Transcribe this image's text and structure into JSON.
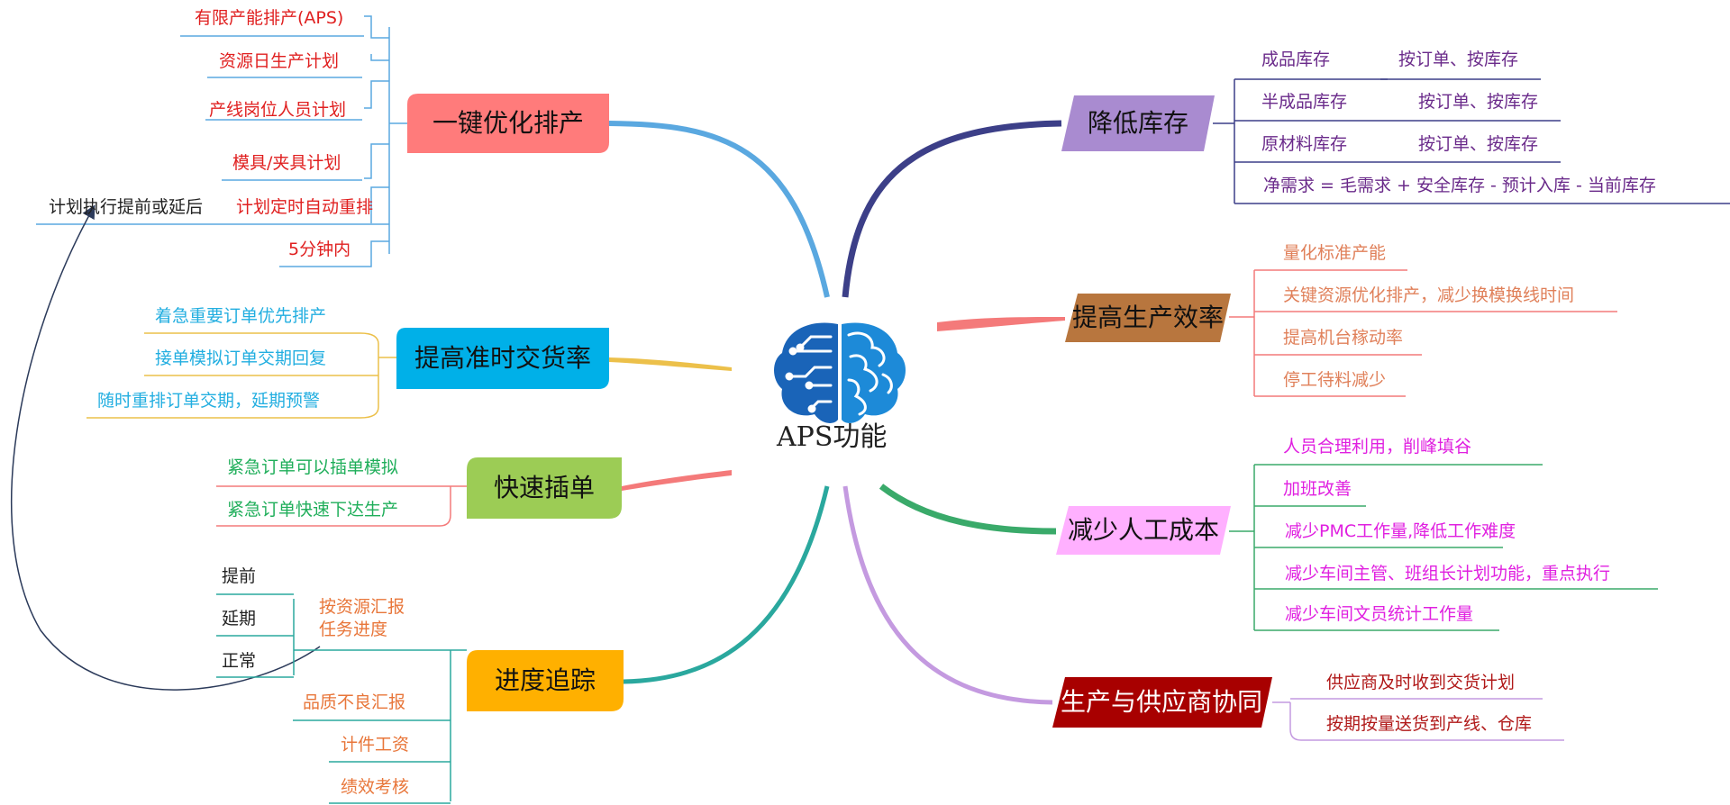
{
  "center": {
    "label": "APS功能",
    "icon": "brain-circuit-icon"
  },
  "colors": {
    "optimize": "#ff7b7b",
    "ontime": "#00b0e8",
    "insert": "#9ccc55",
    "progress": "#ffb000",
    "inventory": "#a98bd0",
    "efficiency": "#b8763e",
    "labor": "#ffb0ff",
    "supplier": "#a80000"
  },
  "branches": {
    "optimize": {
      "label": "一键优化排产",
      "items": [
        "有限产能排产(APS)",
        "资源日生产计划",
        "产线岗位人员计划",
        "模具/夹具计划",
        "计划定时自动重排",
        "5分钟内"
      ],
      "note": "计划执行提前或延后"
    },
    "ontime": {
      "label": "提高准时交货率",
      "items": [
        "着急重要订单优先排产",
        "接单模拟订单交期回复",
        "随时重排订单交期，延期预警"
      ]
    },
    "insert": {
      "label": "快速插单",
      "items": [
        "紧急订单可以插单模拟",
        "紧急订单快速下达生产"
      ]
    },
    "progress": {
      "label": "进度追踪",
      "report_line1": "按资源汇报",
      "report_line2": "任务进度",
      "report_states": [
        "提前",
        "延期",
        "正常"
      ],
      "items": [
        "品质不良汇报",
        "计件工资",
        "绩效考核"
      ]
    },
    "inventory": {
      "label": "降低库存",
      "items": [
        "成品库存",
        "半成品库存",
        "原材料库存"
      ],
      "sub": [
        "按订单、按库存",
        "按订单、按库存",
        "按订单、按库存"
      ],
      "formula": "净需求 = 毛需求 + 安全库存 - 预计入库 - 当前库存"
    },
    "efficiency": {
      "label": "提高生产效率",
      "items": [
        "量化标准产能",
        "关键资源优化排产，减少换模换线时间",
        "提高机台稼动率",
        "停工待料减少"
      ]
    },
    "labor": {
      "label": "减少人工成本",
      "items": [
        "人员合理利用，削峰填谷",
        "加班改善",
        "减少PMC工作量,降低工作难度",
        "减少车间主管、班组长计划功能，重点执行",
        "减少车间文员统计工作量"
      ]
    },
    "supplier": {
      "label": "生产与供应商协同",
      "items": [
        "供应商及时收到交货计划",
        "按期按量送货到产线、仓库"
      ]
    }
  }
}
